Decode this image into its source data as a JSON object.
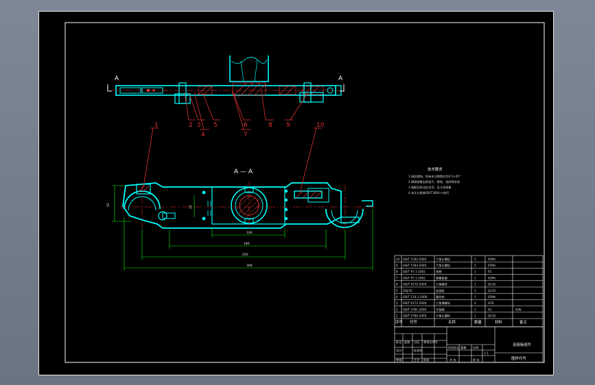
{
  "section_marks": {
    "left": "A",
    "right": "A",
    "title": "A — A"
  },
  "balloons": [
    "1",
    "2",
    "3",
    "4",
    "5",
    "6",
    "7",
    "8",
    "9",
    "10"
  ],
  "dimensions": {
    "height": "52",
    "inner": "100",
    "mid": "180",
    "long": "250",
    "overall": "300",
    "small": "24"
  },
  "notes": {
    "title": "技术要求",
    "lines": [
      "1.锐边倒钝，所有未注倒角均为0.5×45°",
      "2.焊接前需去除油污、锈蚀、毛刺等杂质",
      "3.装配后转动应灵活，无卡滞现象",
      "4.未注公差按GB/T1804-m执行"
    ]
  },
  "bom": {
    "header": [
      "序号",
      "代号",
      "名称",
      "数量",
      "材料",
      "备注"
    ],
    "rows": [
      {
        "no": "10",
        "code": "GB/T 5782-2000",
        "name": "六角头螺栓",
        "qty": "1",
        "material": "65Mn",
        "note": ""
      },
      {
        "no": "9",
        "code": "GB/T 5783-2000",
        "name": "六角头螺栓",
        "qty": "2",
        "material": "65Mn",
        "note": ""
      },
      {
        "no": "8",
        "code": "GB/T 97.1-2002",
        "name": "垫圈",
        "qty": "1",
        "material": "45",
        "note": ""
      },
      {
        "no": "7",
        "code": "GB/T 97.1-2002",
        "name": "弹簧垫圈",
        "qty": "1",
        "material": "65Mn",
        "note": ""
      },
      {
        "no": "6",
        "code": "GB/T 6170-2000",
        "name": "六角螺母",
        "qty": "1",
        "material": "Q235",
        "note": ""
      },
      {
        "no": "5",
        "code": "ZHJ-05",
        "name": "连接板",
        "qty": "1",
        "material": "Q235",
        "note": ""
      },
      {
        "no": "4",
        "code": "GB/T 119.1-2000",
        "name": "圆柱销",
        "qty": "1",
        "material": "65Mn",
        "note": ""
      },
      {
        "no": "3",
        "code": "GB/T 6172-2000",
        "name": "六角薄螺母",
        "qty": "2",
        "material": "HT8",
        "note": ""
      },
      {
        "no": "2",
        "code": "GB/T 5781-2000",
        "name": "平垫圈",
        "qty": "1",
        "material": "45",
        "note": "外购"
      },
      {
        "no": "1",
        "code": "GB/T 5780-2000",
        "name": "六角头螺栓",
        "qty": "1",
        "material": "Q235",
        "note": ""
      }
    ]
  },
  "title_block": {
    "title": "连接板组件",
    "drawing_no": "图样代号",
    "labels": [
      "标记",
      "处数",
      "分区",
      "更改文件号",
      "签名",
      "年月日",
      "设计",
      "标准化",
      "阶段标记",
      "重量",
      "比例",
      "审核",
      "工艺",
      "批准",
      "共 张",
      "第 张"
    ],
    "scale": "1:1"
  },
  "colors": {
    "part": "#00ffff",
    "dim": "#00ff00",
    "leader": "#e03030",
    "frame": "#ffffff",
    "hatch": "#ff4040",
    "center": "#ff3030"
  }
}
